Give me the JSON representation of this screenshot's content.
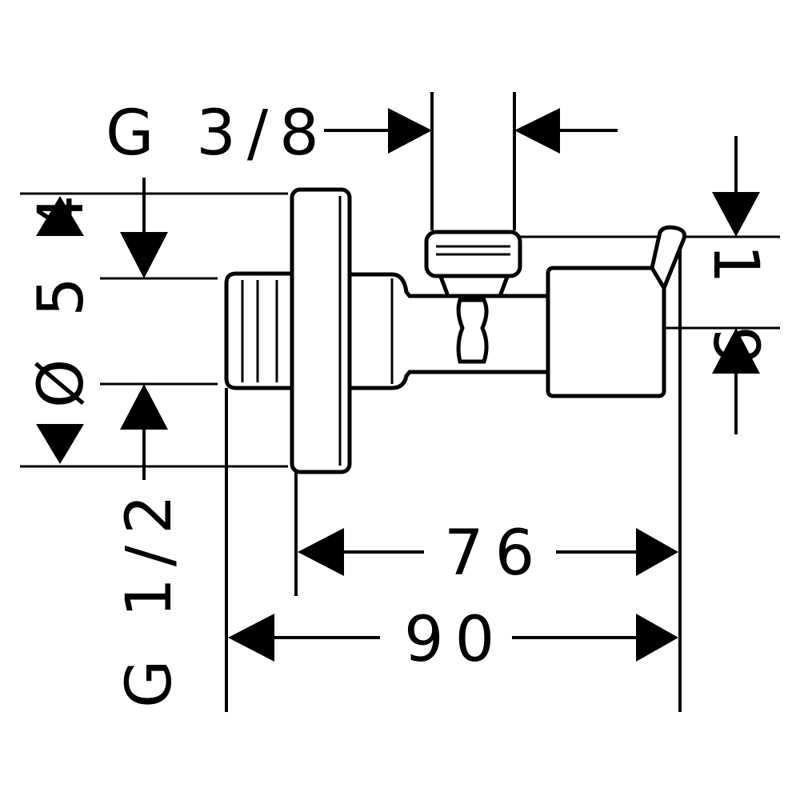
{
  "drawing": {
    "dims": {
      "outlet_thread": "G 3/8",
      "flange_diameter": "Ø 5 4",
      "inlet_thread": "G 1/2",
      "handle_offset": "1 9",
      "flange_to_handle": "76",
      "overall_length": "90"
    },
    "colors": {
      "ink": "#000000",
      "background": "#ffffff"
    }
  }
}
